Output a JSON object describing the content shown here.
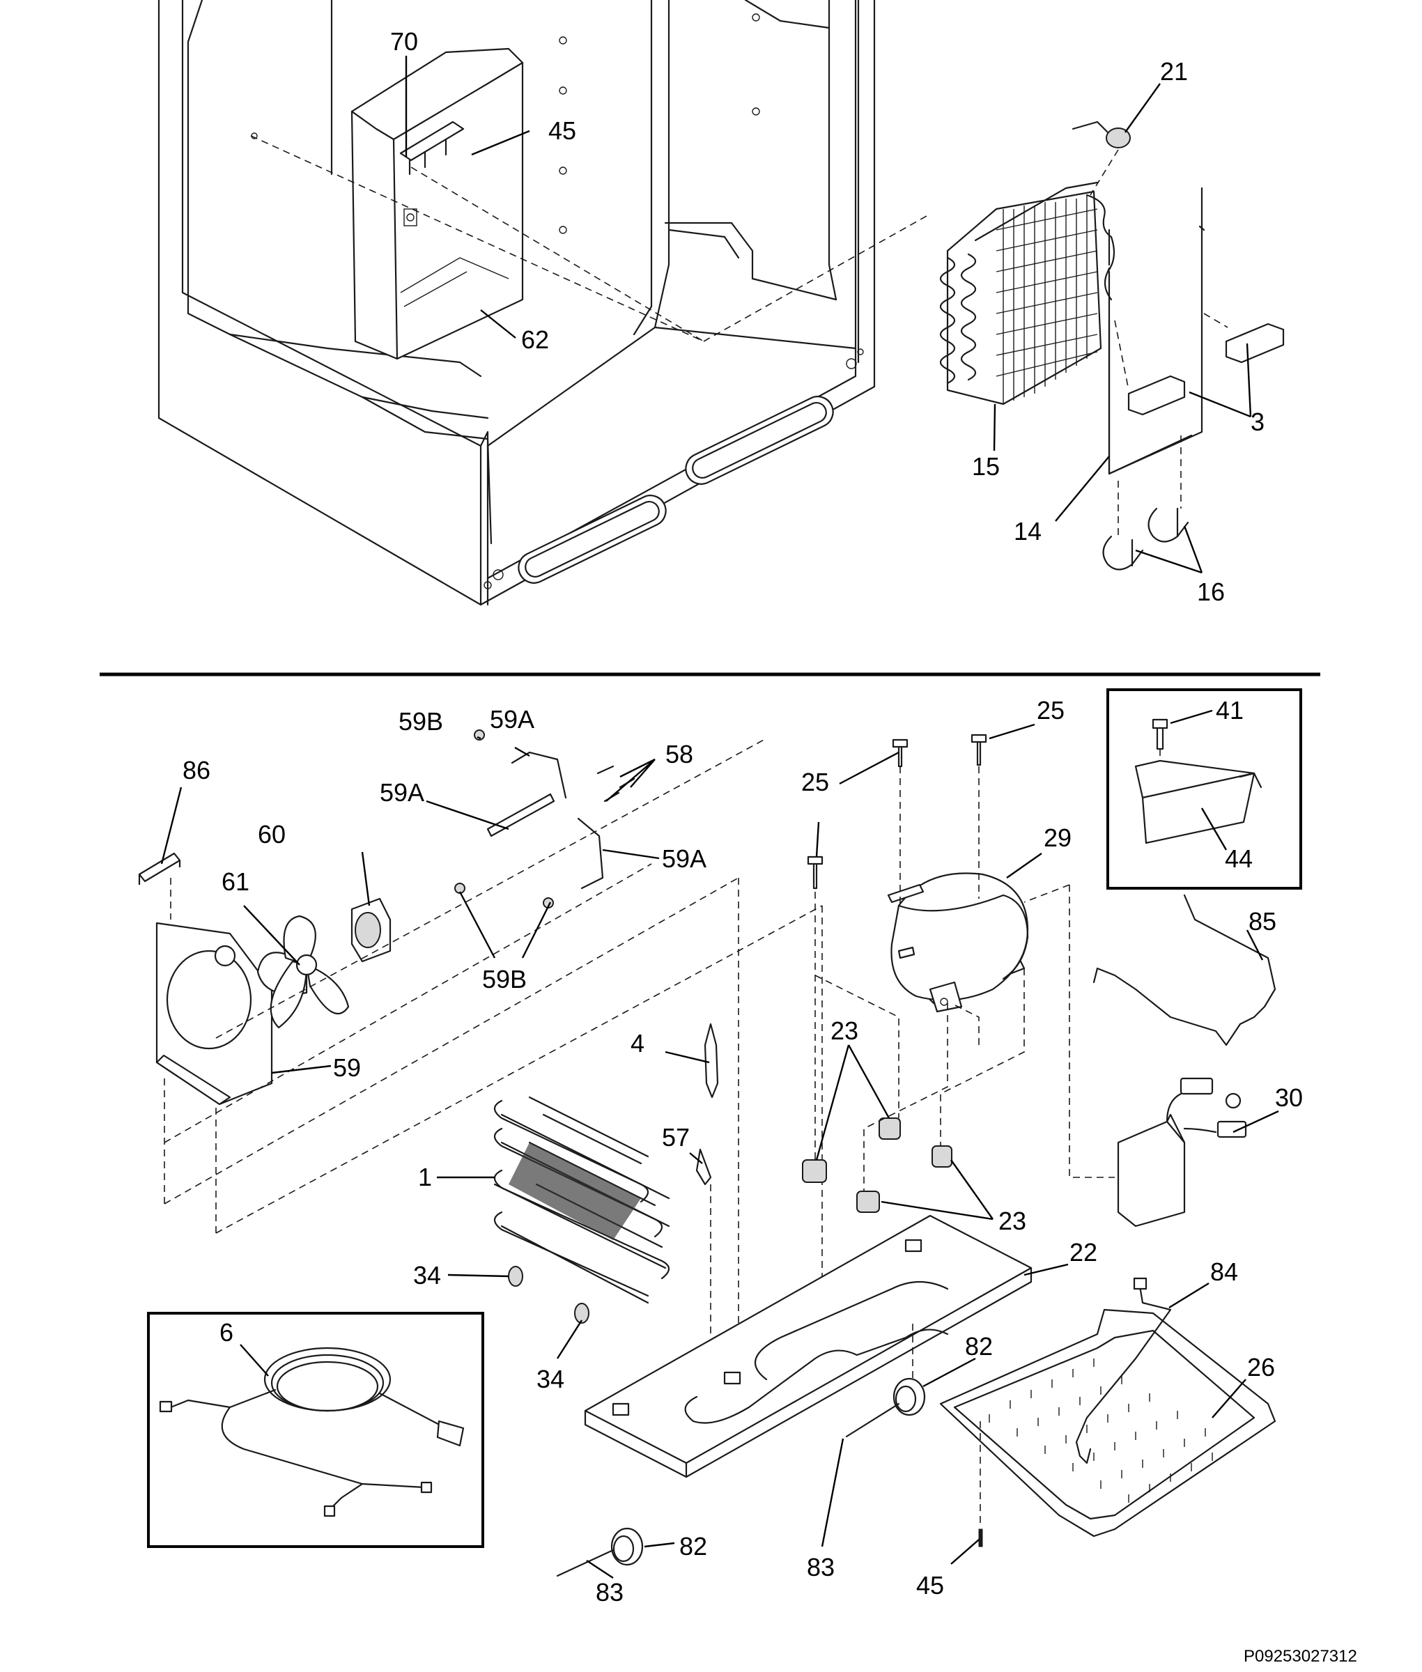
{
  "diagram": {
    "labels": {
      "l70": "70",
      "l45a": "45",
      "l62": "62",
      "l21": "21",
      "l15": "15",
      "l3": "3",
      "l14": "14",
      "l16": "16",
      "l86": "86",
      "l59B_top": "59B",
      "l59A_top": "59A",
      "l58": "58",
      "l59A_mid": "59A",
      "l60": "60",
      "l61": "61",
      "l59A_right": "59A",
      "l59B_bot": "59B",
      "l59": "59",
      "l4": "4",
      "l57": "57",
      "l1": "1",
      "l34a": "34",
      "l34b": "34",
      "l6": "6",
      "l25a": "25",
      "l25b": "25",
      "l29": "29",
      "l23a": "23",
      "l23b": "23",
      "l22": "22",
      "l41": "41",
      "l44": "44",
      "l85": "85",
      "l30": "30",
      "l84": "84",
      "l26": "26",
      "l82a": "82",
      "l82b": "82",
      "l83a": "83",
      "l83b": "83",
      "l45b": "45"
    },
    "part_code": "P09253027312"
  }
}
